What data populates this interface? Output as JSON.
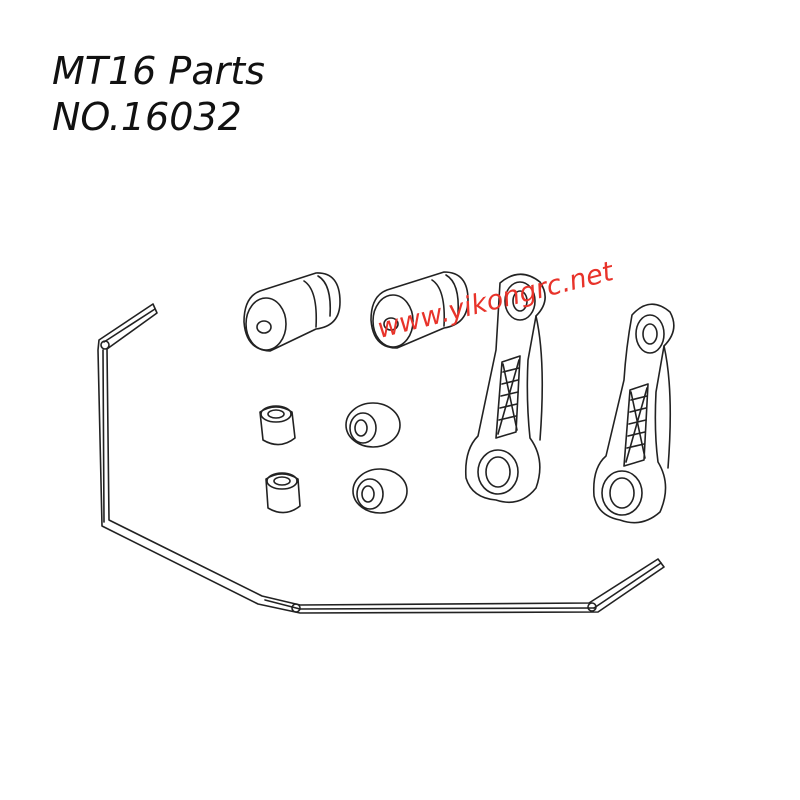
{
  "heading": {
    "line1": "MT16 Parts",
    "line2": "NO.16032"
  },
  "watermark": {
    "text": "www.yikongrc.net",
    "color": "#e8332a"
  },
  "parts": [
    {
      "name": "sway-bar",
      "icon": "sway-bar-icon"
    },
    {
      "name": "pivot-ball",
      "icon": "pivot-ball-icon",
      "count": 2
    },
    {
      "name": "bushing",
      "icon": "bushing-icon",
      "count": 4
    },
    {
      "name": "linkage",
      "icon": "linkage-icon",
      "count": 2
    }
  ],
  "colors": {
    "line": "#222222",
    "background": "#ffffff"
  }
}
